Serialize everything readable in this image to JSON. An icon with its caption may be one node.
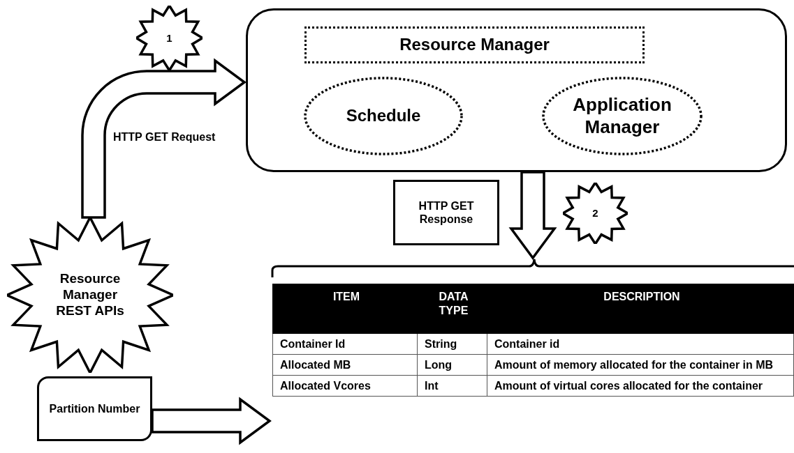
{
  "diagram": {
    "nodes": [
      {
        "text": [
          "Resource Manager REST APIs"
        ]
      },
      {
        "text": [],
        "shape": "box"
      },
      {
        "text": [
          "Resource Manager"
        ],
        "in": 1
      },
      {
        "text": [
          "Schedule"
        ],
        "in": 1
      },
      {
        "text": [
          "Application Manager"
        ],
        "in": 1
      },
      {
        "text": [
          "1"
        ]
      },
      {
        "text": [
          "HTTP GET Response"
        ]
      },
      {
        "text": [
          "2"
        ]
      },
      {
        "text": [],
        "shape": "table"
      },
      {
        "text": [
          "Partition Number"
        ]
      }
    ],
    "edges": [
      {
        "from": 0,
        "to": 1,
        "arrow": "to",
        "label": "HTTP GET Request"
      },
      {
        "from": 1,
        "to": 8,
        "arrow": "to"
      },
      {
        "from": 9,
        "to": 8,
        "arrow": "to"
      }
    ],
    "labels": [
      "ITEM",
      "DATA TYPE",
      "DESCRIPTION",
      "Container Id",
      "String",
      "Container id",
      "Allocated MB",
      "Long",
      "Amount of memory allocated for the container in MB",
      "Allocated Vcores",
      "Int",
      "Amount of virtual cores allocated for the container"
    ]
  }
}
